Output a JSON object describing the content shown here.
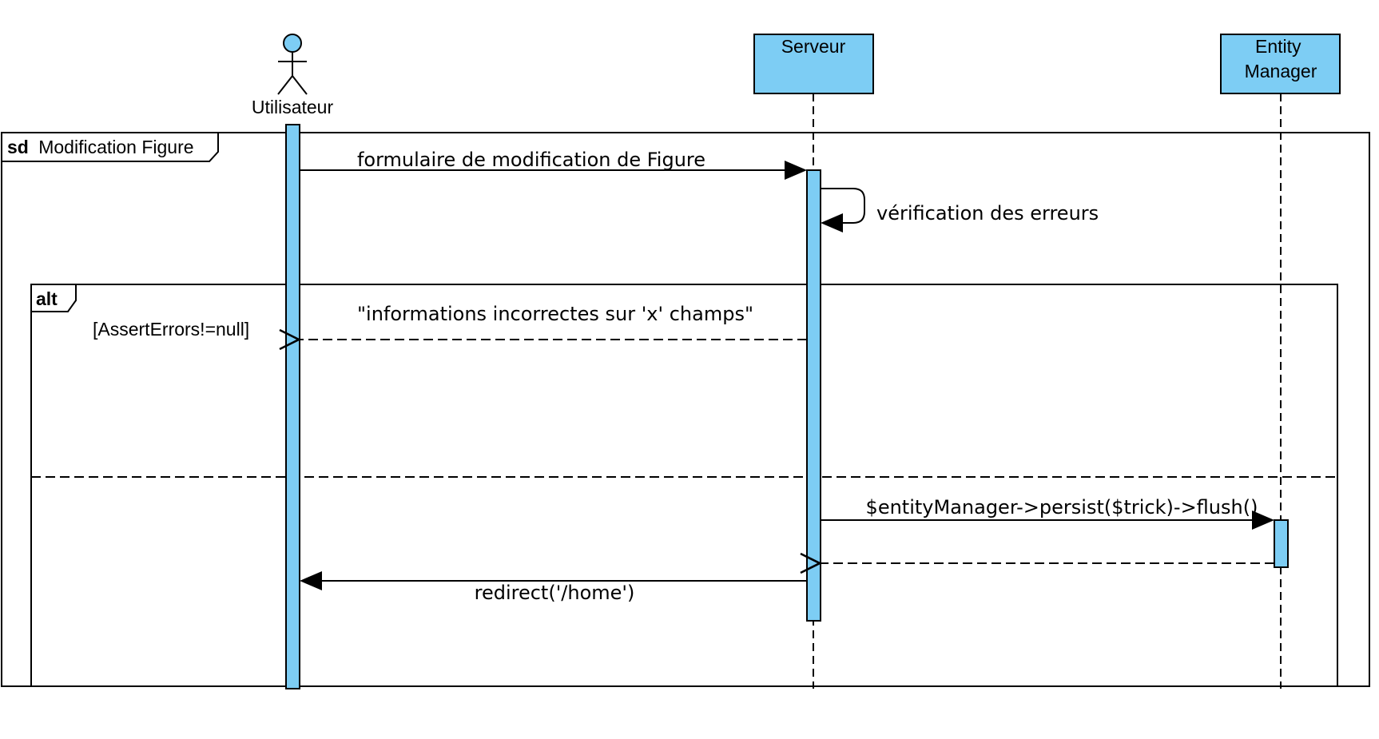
{
  "diagram": {
    "type": "uml-sequence",
    "colors": {
      "lifeline_fill": "#7dcdf4",
      "line": "#000000",
      "background": "#ffffff"
    },
    "frame": {
      "keyword": "sd",
      "title": "Modification Figure"
    },
    "participants": [
      {
        "id": "user",
        "kind": "actor",
        "label": "Utilisateur"
      },
      {
        "id": "server",
        "kind": "object",
        "label": "Serveur"
      },
      {
        "id": "em",
        "kind": "object",
        "label_lines": [
          "Entity",
          "Manager"
        ]
      }
    ],
    "alt_fragment": {
      "keyword": "alt",
      "guard": "[AssertErrors!=null]"
    },
    "messages": [
      {
        "from": "user",
        "to": "server",
        "style": "sync",
        "label": "formulaire de modification de Figure"
      },
      {
        "from": "server",
        "to": "server",
        "style": "self",
        "label": "vérification des erreurs"
      },
      {
        "from": "server",
        "to": "user",
        "style": "return",
        "label": "\"informations incorrectes sur 'x' champs\""
      },
      {
        "from": "server",
        "to": "em",
        "style": "sync",
        "label": "$entityManager->persist($trick)->flush()"
      },
      {
        "from": "em",
        "to": "server",
        "style": "return",
        "label": ""
      },
      {
        "from": "server",
        "to": "user",
        "style": "sync",
        "label": "redirect('/home')"
      }
    ]
  }
}
